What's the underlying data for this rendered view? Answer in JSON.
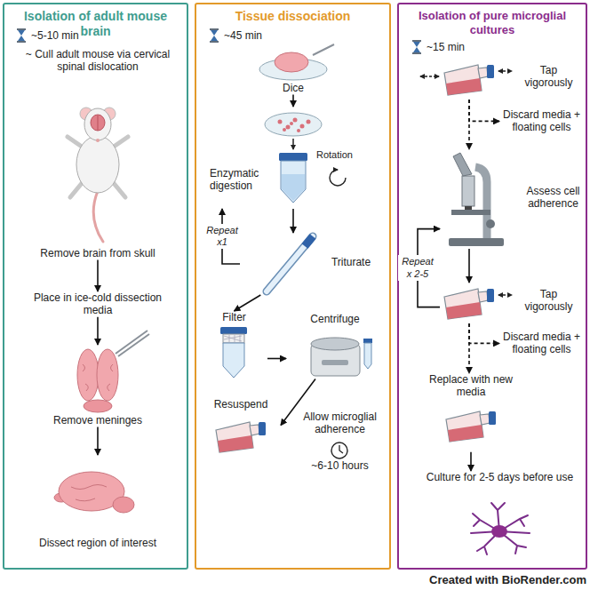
{
  "diagram": {
    "nodes": [
      {
        "text": [
          "Isolation of adult mouse brain"
        ]
      },
      {
        "text": [
          "~ Cull adult mouse via cervical spinal dislocation"
        ],
        "in": 0
      },
      {
        "text": [
          "Remove brain from skull"
        ],
        "in": 0
      },
      {
        "text": [
          "Place in ice-cold dissection media"
        ],
        "in": 0
      },
      {
        "text": [
          "Remove meninges"
        ],
        "in": 0
      },
      {
        "text": [
          "Dissect region of interest"
        ],
        "in": 0
      },
      {
        "text": [
          "Tissue dissociation"
        ]
      },
      {
        "text": [
          "Dice"
        ],
        "in": 6
      },
      {
        "text": [
          "Enzymatic digestion"
        ],
        "in": 6
      },
      {
        "text": [
          "Triturate"
        ],
        "in": 6
      },
      {
        "text": [
          "Filter"
        ],
        "in": 6
      },
      {
        "text": [
          "Centrifuge"
        ],
        "in": 6
      },
      {
        "text": [
          "Resuspend"
        ],
        "in": 6
      },
      {
        "text": [
          "Allow microglial adherence",
          "~6-10 hours"
        ],
        "in": 6
      },
      {
        "text": [
          "Isolation of pure microglial cultures"
        ]
      },
      {
        "text": [
          "Tap vigorously"
        ],
        "in": 14
      },
      {
        "text": [
          "Discard media + floating cells"
        ],
        "in": 14
      },
      {
        "text": [
          "Assess cell adherence"
        ],
        "in": 14
      },
      {
        "text": [
          "Tap vigorously"
        ],
        "in": 14
      },
      {
        "text": [
          "Discard media + floating cells"
        ],
        "in": 14
      },
      {
        "text": [
          "Replace with new media"
        ],
        "in": 14
      },
      {
        "text": [
          "Culture for 2-5 days before use"
        ],
        "in": 14
      }
    ],
    "edges": [
      {
        "from": 2,
        "to": 3,
        "arrow": "to"
      },
      {
        "from": 3,
        "to": 4,
        "arrow": "to"
      },
      {
        "from": 4,
        "to": 5,
        "arrow": "to"
      },
      {
        "from": 7,
        "to": 8,
        "arrow": "to"
      },
      {
        "from": 8,
        "to": 9,
        "arrow": "to"
      },
      {
        "from": 9,
        "to": 8,
        "label": "Repeat x1",
        "arrow": "to"
      },
      {
        "from": 9,
        "to": 10,
        "arrow": "to"
      },
      {
        "from": 10,
        "to": 11,
        "arrow": "to"
      },
      {
        "from": 11,
        "to": 12,
        "arrow": "to"
      },
      {
        "from": 15,
        "to": 16,
        "arrow": "to"
      },
      {
        "from": 15,
        "to": 17,
        "arrow": "to"
      },
      {
        "from": 17,
        "to": 18,
        "arrow": "to"
      },
      {
        "from": 18,
        "to": 17,
        "label": "Repeat x 2-5",
        "arrow": "to"
      },
      {
        "from": 18,
        "to": 19,
        "arrow": "to"
      },
      {
        "from": 18,
        "to": 20,
        "arrow": "to"
      },
      {
        "from": 20,
        "to": 21,
        "arrow": "to"
      }
    ],
    "labels": [
      "~5-10 min",
      "~45 min",
      "~15 min",
      "Rotation",
      "Created with BioRender.com"
    ]
  }
}
